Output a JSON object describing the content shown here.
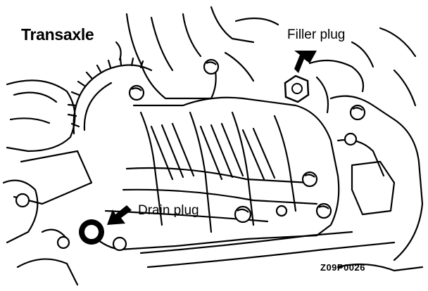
{
  "figure": {
    "title": "Transaxle",
    "callouts": {
      "filler_plug": "Filler plug",
      "drain_plug": "Drain plug"
    },
    "figure_code": "Z09P0026"
  },
  "colors": {
    "ink": "#000000",
    "paper": "#ffffff"
  },
  "icons": [
    "arrow-icon",
    "bolt-icon",
    "gear-icon",
    "plug-icon"
  ]
}
